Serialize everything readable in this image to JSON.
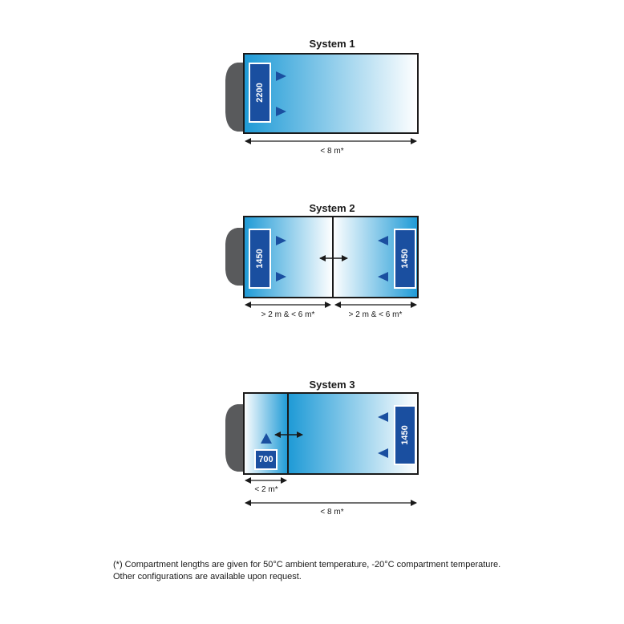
{
  "colors": {
    "cab": "#595a5c",
    "outline": "#1a1a1a",
    "gradient_dark": "#1e9ad6",
    "gradient_light": "#ffffff",
    "unit": "#1a4fa0",
    "air_arrow": "#1a4fa0",
    "dimension_line": "#1a1a1a"
  },
  "systems": [
    {
      "title": "System 1",
      "units": [
        "2200"
      ],
      "dimensions": [
        "< 8 m*"
      ]
    },
    {
      "title": "System 2",
      "units": [
        "1450",
        "1450"
      ],
      "dimensions": [
        "> 2 m & < 6 m*",
        "> 2 m & < 6 m*"
      ]
    },
    {
      "title": "System 3",
      "units": [
        "700",
        "1450"
      ],
      "dimensions": [
        "< 2 m*",
        "< 8 m*"
      ]
    }
  ],
  "footnote": {
    "line1": "(*) Compartment lengths are given for 50°C ambient temperature, -20°C compartment temperature.",
    "line2": "Other configurations are available upon request."
  }
}
